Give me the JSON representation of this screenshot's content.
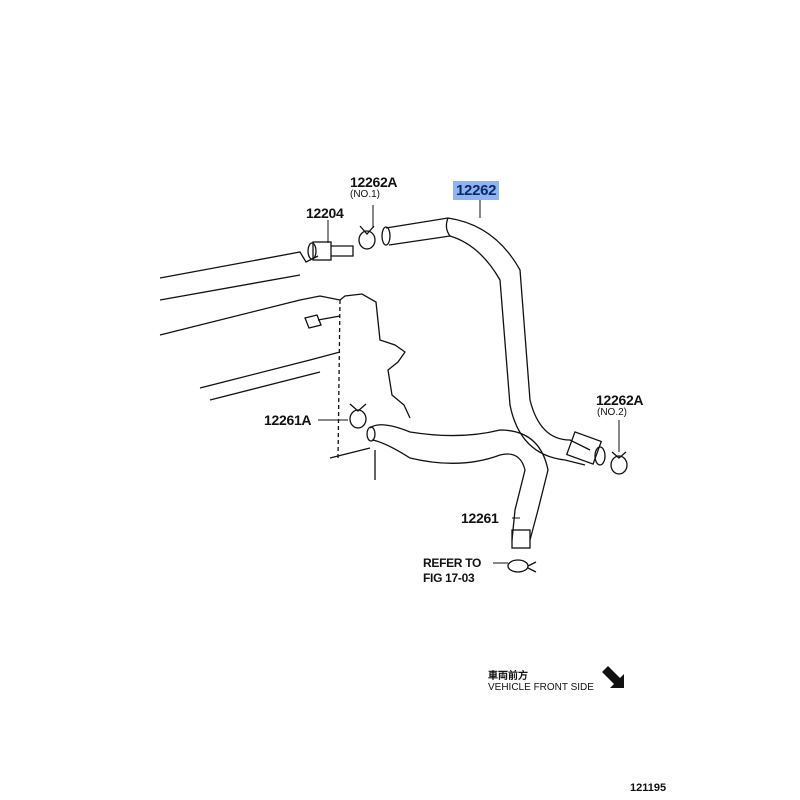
{
  "parts": {
    "hose_main": "12262",
    "clamp_no1": "12262A",
    "clamp_no1_sub": "(NO.1)",
    "valve": "12204",
    "clamp_no2": "12262A",
    "clamp_no2_sub": "(NO.2)",
    "clamp_lower": "12261A",
    "hose_lower": "12261"
  },
  "refer": {
    "line1": "REFER TO",
    "line2": "FIG 17-03"
  },
  "direction": {
    "jp": "車両前方",
    "en": "VEHICLE FRONT SIDE"
  },
  "figure_id": "121195",
  "colors": {
    "highlight": "#8fb4f0"
  }
}
